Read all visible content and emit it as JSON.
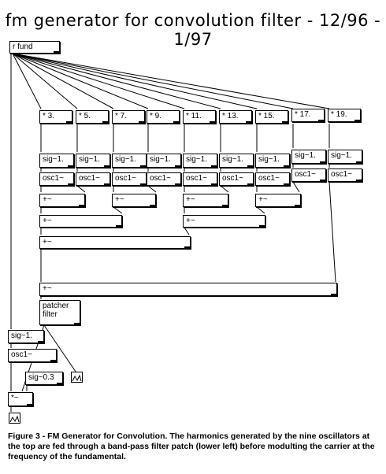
{
  "title": "fm generator for convolution filter - 12/96 - 1/97",
  "objects": {
    "rfund": "r fund",
    "mul": [
      "* 3.",
      "* 5.",
      "* 7.",
      "* 9.",
      "* 11.",
      "* 13.",
      "* 15.",
      "* 17.",
      "* 19."
    ],
    "sig": [
      "sig~1.",
      "sig~1.",
      "sig~1.",
      "sig~1.",
      "sig~1.",
      "sig~1.",
      "sig~1.",
      "sig~1.",
      "sig~1."
    ],
    "osc": [
      "osc1~",
      "osc1~",
      "osc1~",
      "osc1~",
      "osc1~",
      "osc1~",
      "osc1~",
      "osc1~",
      "osc1~"
    ],
    "plus": "+~",
    "patcher_line1": "patcher",
    "patcher_line2": "filter",
    "sig_carrier": "sig~1.",
    "osc_carrier": "osc1~",
    "sig_gain": "sig~0.3",
    "mult_out": "*~"
  },
  "caption": "Figure 3 - FM Generator for Convolution. The harmonics generated by the nine oscillators at the top are fed through a band-pass filter patch (lower left) before modulting the carrier at the frequency of the fundamental."
}
